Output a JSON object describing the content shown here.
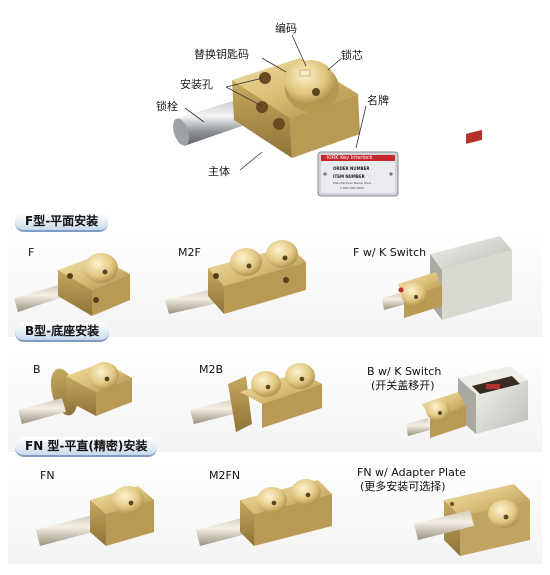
{
  "diagram": {
    "labels": {
      "code": "编码",
      "replace_key_code": "替换钥匙码",
      "lock_core": "锁芯",
      "mount_hole": "安装孔",
      "nameplate": "名牌",
      "bolt": "锁栓",
      "body": "主体"
    },
    "nameplate": {
      "title": "KIRK Key Interlock",
      "line1": "ORDER NUMBER",
      "line2": "ITEM NUMBER",
      "line3": "Manufacturer Name Here",
      "line4": "1-800-000-0000"
    }
  },
  "sections": [
    {
      "title": "F型-平面安装",
      "items": [
        {
          "caption": "F",
          "subcaption": ""
        },
        {
          "caption": "M2F",
          "subcaption": ""
        },
        {
          "caption": "F w/ K Switch",
          "subcaption": ""
        }
      ]
    },
    {
      "title": "B型-底座安装",
      "items": [
        {
          "caption": "B",
          "subcaption": ""
        },
        {
          "caption": "M2B",
          "subcaption": ""
        },
        {
          "caption": "B w/ K Switch",
          "subcaption": "(开关盖移开)"
        }
      ]
    },
    {
      "title": "FN 型-平直(精密)安装",
      "items": [
        {
          "caption": "FN",
          "subcaption": ""
        },
        {
          "caption": "M2FN",
          "subcaption": ""
        },
        {
          "caption": "FN w/ Adapter Plate",
          "subcaption": "(更多安装可选择)"
        }
      ]
    }
  ]
}
